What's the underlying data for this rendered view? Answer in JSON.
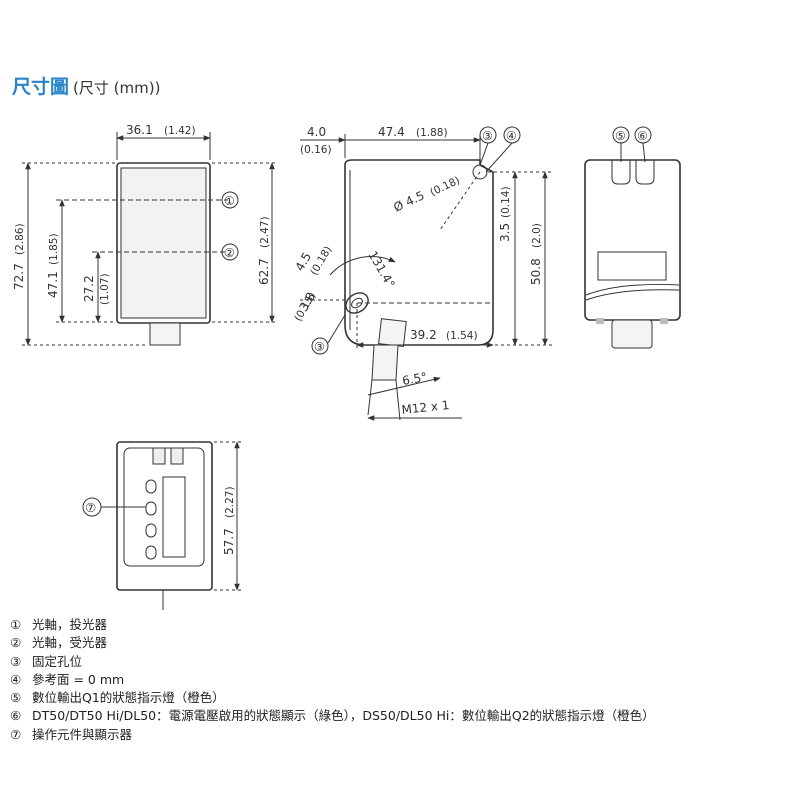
{
  "title": {
    "main": "尺寸圖",
    "sub": "(尺寸 (mm))"
  },
  "front_view": {
    "width": "36.1",
    "width_in": "(1.42)",
    "height_total": "72.7",
    "height_total_in": "(2.86)",
    "height_mid": "47.1",
    "height_mid_in": "(1.85)",
    "height_low": "27.2",
    "height_low_in": "(1.07)",
    "height_right": "62.7",
    "height_right_in": "(2.47)",
    "callout_1": "①",
    "callout_2": "②"
  },
  "side_view": {
    "offset": "4.0",
    "offset_in": "(0.16)",
    "depth": "47.4",
    "depth_in": "(1.88)",
    "callout_3": "③",
    "callout_4": "④",
    "hole": "Ø 4.5",
    "hole_in": "(0.18)",
    "top_offset": "3.5",
    "top_offset_in": "(0.14)",
    "height": "50.8",
    "height_in": "(2.0)",
    "dim_45": "4.5",
    "dim_45_in": "(0.18)",
    "dim_38": "3.8",
    "dim_38_in": "(0.15)",
    "angle": "131.4°",
    "bottom": "39.2",
    "bottom_in": "(1.54)",
    "tilt": "6.5°",
    "thread": "M12 x 1"
  },
  "rear_view": {
    "callout_5": "⑤",
    "callout_6": "⑥"
  },
  "top_view": {
    "height": "57.7",
    "height_in": "(2.27)",
    "callout_7": "⑦"
  },
  "legend": [
    {
      "num": "①",
      "text": "光軸，投光器"
    },
    {
      "num": "②",
      "text": "光軸，受光器"
    },
    {
      "num": "③",
      "text": "固定孔位"
    },
    {
      "num": "④",
      "text": "參考面 = 0 mm"
    },
    {
      "num": "⑤",
      "text": "數位輸出Q1的狀態指示燈（橙色）"
    },
    {
      "num": "⑥",
      "text": "DT50/DT50 Hi/DL50：電源電壓啟用的狀態顯示（綠色），DS50/DL50 Hi：數位輸出Q2的狀態指示燈（橙色）"
    },
    {
      "num": "⑦",
      "text": "操作元件與顯示器"
    }
  ]
}
